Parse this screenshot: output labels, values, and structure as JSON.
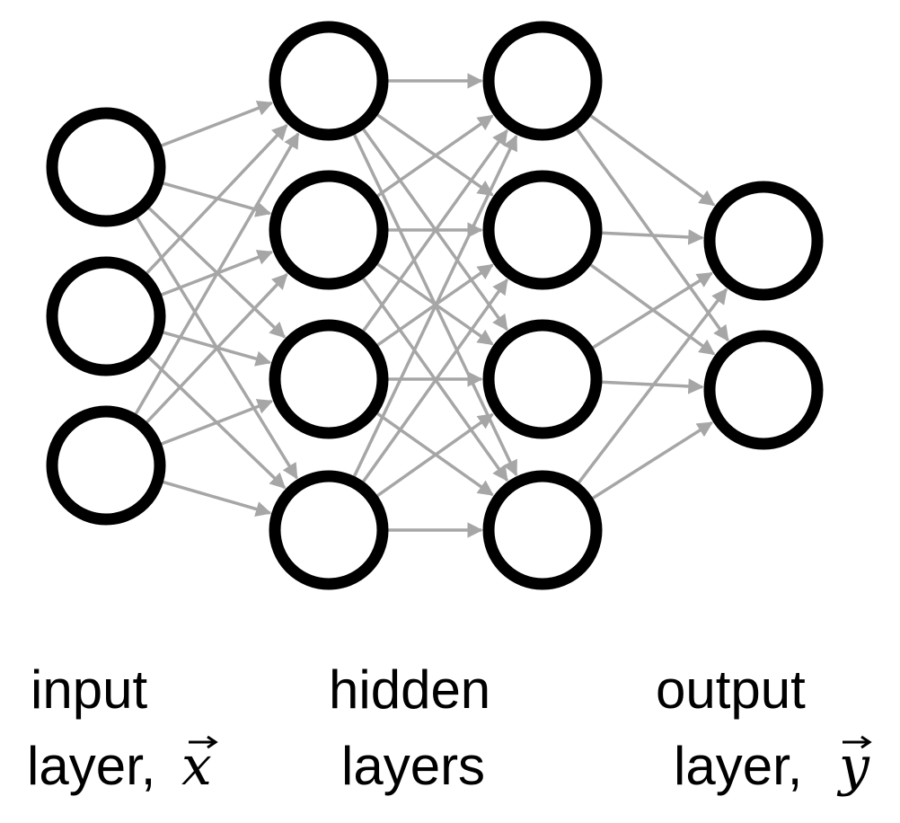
{
  "diagram": {
    "colors": {
      "node_stroke": "#000000",
      "node_fill": "#ffffff",
      "edge": "#a6a6a6"
    },
    "layers": [
      {
        "id": "input",
        "node_count": 3,
        "label_line1": "input",
        "label_line2": "layer,",
        "label_var": "x"
      },
      {
        "id": "hidden-1",
        "node_count": 4
      },
      {
        "id": "hidden-2",
        "node_count": 4
      },
      {
        "id": "output",
        "node_count": 2,
        "label_line1": "output",
        "label_line2": "layer,",
        "label_var": "y"
      }
    ],
    "hidden_label": {
      "line1": "hidden",
      "line2": "layers"
    },
    "connectivity": "fully-connected"
  }
}
